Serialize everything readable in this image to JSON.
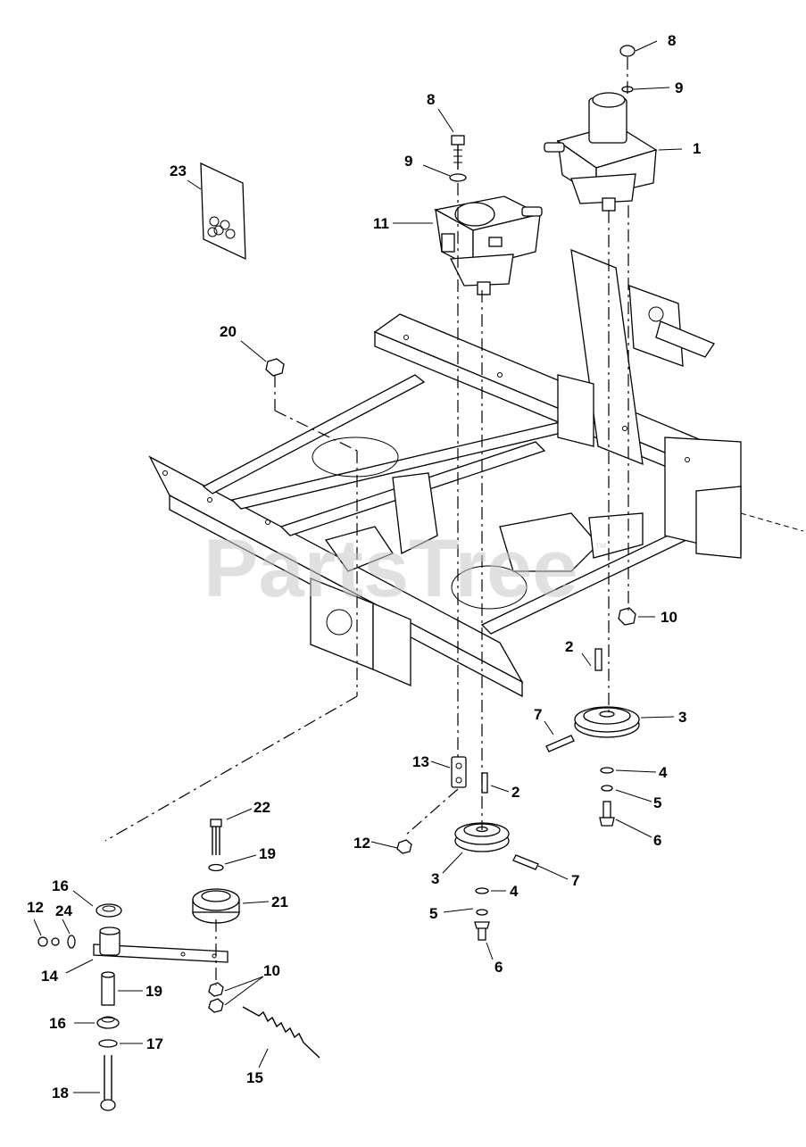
{
  "diagram": {
    "watermark": "PartsTree",
    "trademark": "™",
    "callouts": [
      {
        "id": "c-8a",
        "text": "8"
      },
      {
        "id": "c-9a",
        "text": "9"
      },
      {
        "id": "c-1",
        "text": "1"
      },
      {
        "id": "c-8b",
        "text": "8"
      },
      {
        "id": "c-9b",
        "text": "9"
      },
      {
        "id": "c-11",
        "text": "11"
      },
      {
        "id": "c-23",
        "text": "23"
      },
      {
        "id": "c-20",
        "text": "20"
      },
      {
        "id": "c-10a",
        "text": "10"
      },
      {
        "id": "c-2a",
        "text": "2"
      },
      {
        "id": "c-7a",
        "text": "7"
      },
      {
        "id": "c-3a",
        "text": "3"
      },
      {
        "id": "c-4a",
        "text": "4"
      },
      {
        "id": "c-5a",
        "text": "5"
      },
      {
        "id": "c-6a",
        "text": "6"
      },
      {
        "id": "c-13",
        "text": "13"
      },
      {
        "id": "c-2b",
        "text": "2"
      },
      {
        "id": "c-12a",
        "text": "12"
      },
      {
        "id": "c-3b",
        "text": "3"
      },
      {
        "id": "c-7b",
        "text": "7"
      },
      {
        "id": "c-4b",
        "text": "4"
      },
      {
        "id": "c-5b",
        "text": "5"
      },
      {
        "id": "c-6b",
        "text": "6"
      },
      {
        "id": "c-22",
        "text": "22"
      },
      {
        "id": "c-19a",
        "text": "19"
      },
      {
        "id": "c-16a",
        "text": "16"
      },
      {
        "id": "c-21",
        "text": "21"
      },
      {
        "id": "c-12b",
        "text": "12"
      },
      {
        "id": "c-24",
        "text": "24"
      },
      {
        "id": "c-14",
        "text": "14"
      },
      {
        "id": "c-10b",
        "text": "10"
      },
      {
        "id": "c-19b",
        "text": "19"
      },
      {
        "id": "c-16b",
        "text": "16"
      },
      {
        "id": "c-17",
        "text": "17"
      },
      {
        "id": "c-18",
        "text": "18"
      },
      {
        "id": "c-15",
        "text": "15"
      }
    ]
  }
}
